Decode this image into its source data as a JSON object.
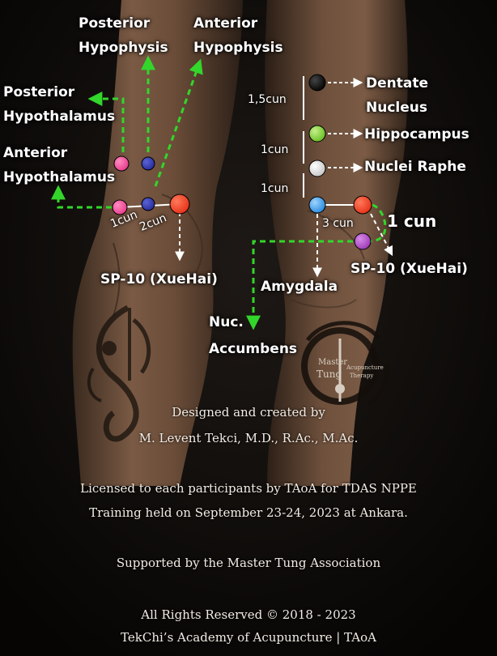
{
  "labels": {
    "posterior_hypophysis": [
      "Posterior",
      "Hypophysis"
    ],
    "anterior_hypophysis": [
      "Anterior",
      "Hypophysis"
    ],
    "posterior_hypothalamus": [
      "Posterior",
      "Hypothalamus"
    ],
    "anterior_hypothalamus": [
      "Anterior",
      "Hypothalamus"
    ],
    "left_1cun": "1cun",
    "left_2cun": "2cun",
    "sp10_left": "SP-10 (XueHai)",
    "dentate_nucleus": [
      "Dentate",
      "Nucleus"
    ],
    "hippocampus": "Hippocampus",
    "nuclei_raphe": "Nuclei Raphe",
    "dist_15cun": "1,5cun",
    "dist_1cun_a": "1cun",
    "dist_1cun_b": "1cun",
    "dist_3cun": "3 cun",
    "big_1cun": "1 cun",
    "sp10_right": "SP-10 (XueHai)",
    "amygdala": "Amygdala",
    "nuc_accumbens": [
      "Nuc.",
      "Accumbens"
    ],
    "logo_text": [
      "Master",
      "Tung",
      "Acupuncture",
      "Therapy"
    ]
  },
  "credits": [
    "Designed  and created by",
    "M. Levent Tekci, M.D., R.Ac., M.Ac.",
    "Licensed to each participants by TAoA for TDAS NPPE",
    "Training held on September 23-24, 2023 at Ankara.",
    "Supported by the Master Tung Association",
    "All Rights Reserved © 2018 - 2023",
    "TekChi’s Academy of Acupuncture | TAoA"
  ],
  "colors": {
    "arrow_green": "#33d62a",
    "point_pink": "#e8418e",
    "point_navy": "#2a2f9c",
    "point_red": "#e8361d",
    "point_black": "#080808",
    "point_lightgreen": "#7fcf3a",
    "point_white": "#eeeeee",
    "point_blue": "#2f8fe0",
    "point_purple": "#a040b8"
  },
  "icons": {
    "tattoo": "dragon-tattoo",
    "logo": "master-tung-logo"
  }
}
